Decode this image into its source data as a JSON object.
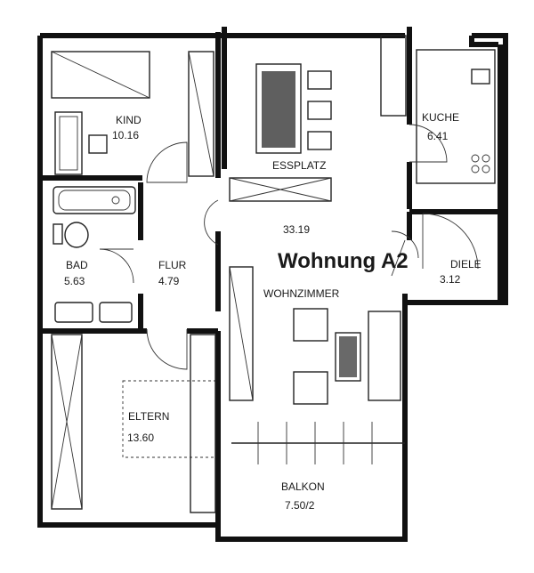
{
  "plan_title": "Wohnung A2",
  "rooms": {
    "kind": {
      "name": "KIND",
      "area": "10.16"
    },
    "bad": {
      "name": "BAD",
      "area": "5.63"
    },
    "flur": {
      "name": "FLUR",
      "area": "4.79"
    },
    "eltern": {
      "name": "ELTERN",
      "area": "13.60"
    },
    "essplatz": {
      "name": "ESSPLATZ"
    },
    "wohn": {
      "name": "WOHNZIMMER",
      "area": "33.19"
    },
    "kuche": {
      "name": "KUCHE",
      "area": "6.41"
    },
    "diele": {
      "name": "DIELE",
      "area": "3.12"
    },
    "balkon": {
      "name": "BALKON",
      "area": "7.50/2"
    }
  },
  "colors": {
    "ink": "#111111",
    "paper": "#ffffff"
  }
}
